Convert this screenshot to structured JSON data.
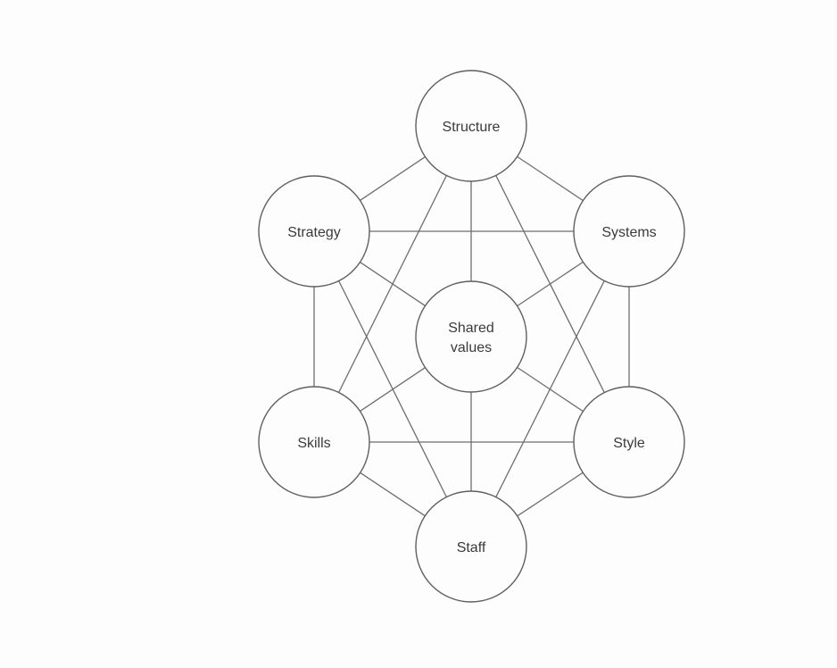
{
  "diagram": {
    "nodes": {
      "structure": {
        "label": "Structure"
      },
      "strategy": {
        "label": "Strategy"
      },
      "systems": {
        "label": "Systems"
      },
      "shared_values": {
        "label_line1": "Shared",
        "label_line2": "values"
      },
      "skills": {
        "label": "Skills"
      },
      "style": {
        "label": "Style"
      },
      "staff": {
        "label": "Staff"
      }
    },
    "edges": [
      [
        "structure",
        "strategy"
      ],
      [
        "structure",
        "systems"
      ],
      [
        "structure",
        "shared_values"
      ],
      [
        "structure",
        "skills"
      ],
      [
        "structure",
        "style"
      ],
      [
        "strategy",
        "systems"
      ],
      [
        "strategy",
        "shared_values"
      ],
      [
        "strategy",
        "skills"
      ],
      [
        "strategy",
        "staff"
      ],
      [
        "systems",
        "shared_values"
      ],
      [
        "systems",
        "style"
      ],
      [
        "systems",
        "staff"
      ],
      [
        "shared_values",
        "skills"
      ],
      [
        "shared_values",
        "style"
      ],
      [
        "shared_values",
        "staff"
      ],
      [
        "skills",
        "style"
      ],
      [
        "skills",
        "staff"
      ],
      [
        "style",
        "staff"
      ]
    ]
  }
}
